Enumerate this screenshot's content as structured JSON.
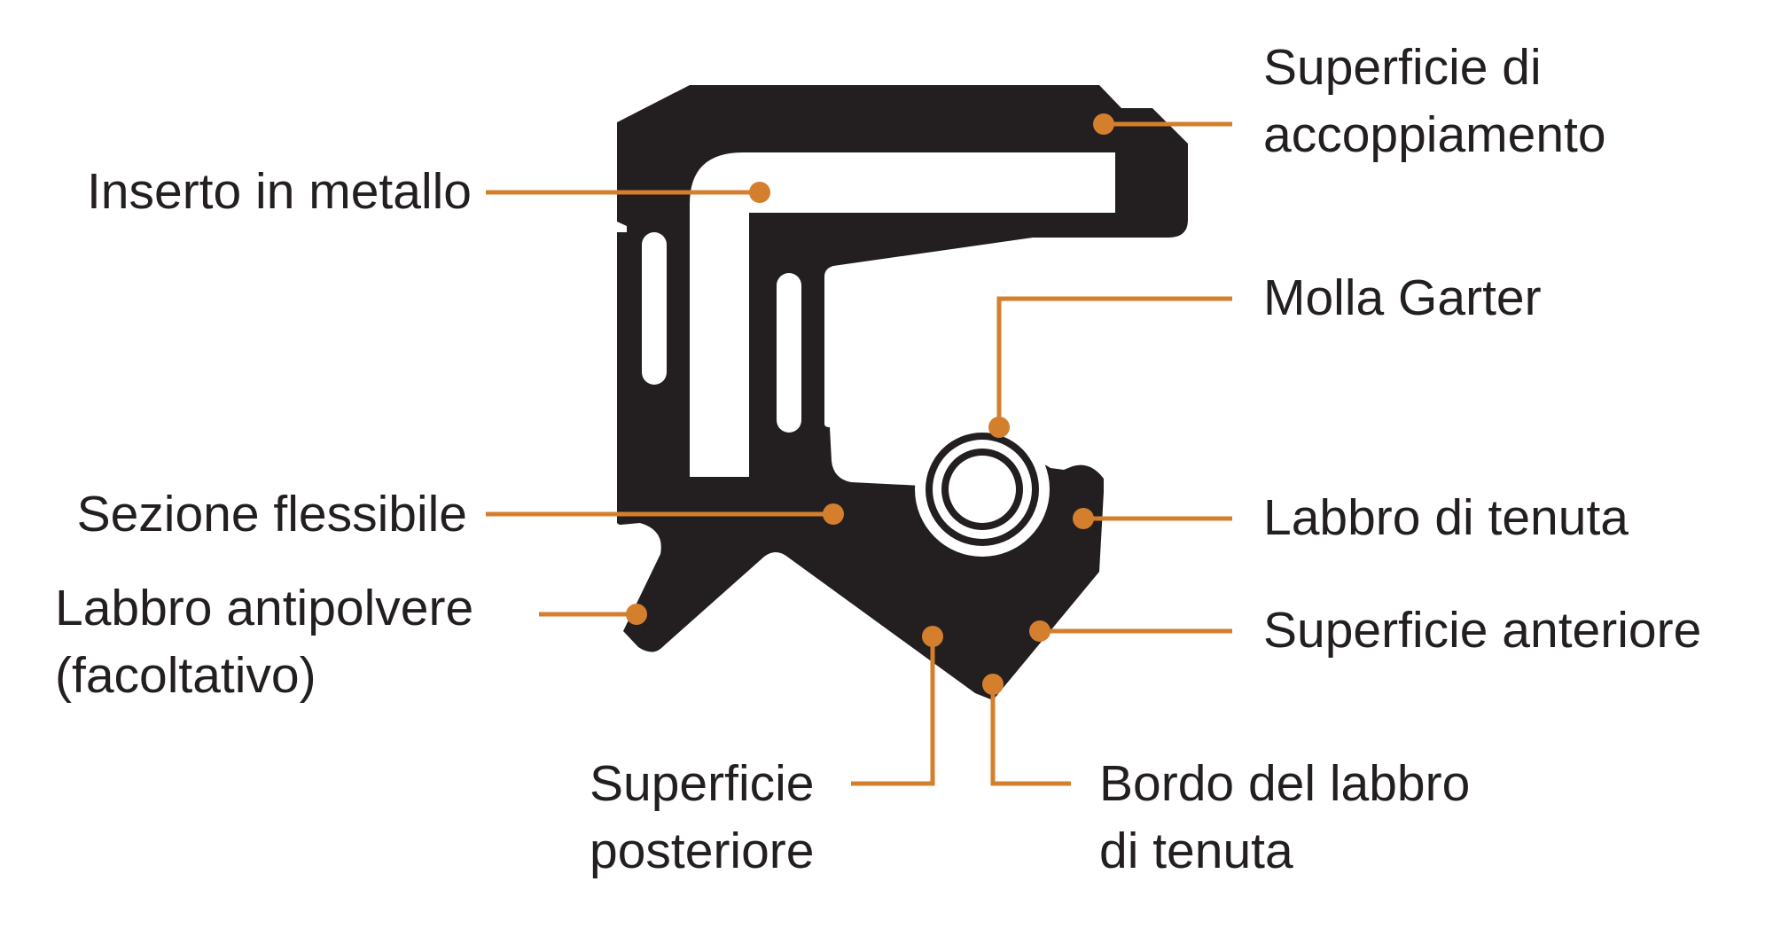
{
  "colors": {
    "seal": "#231f20",
    "leader": "#d47f2d",
    "text": "#231f20",
    "background": "#ffffff"
  },
  "labels": {
    "mating_surface": {
      "line1": "Superficie di",
      "line2": "accoppiamento"
    },
    "metal_insert": {
      "line1": "Inserto in metallo"
    },
    "garter_spring": {
      "line1": "Molla Garter"
    },
    "flex_section": {
      "line1": "Sezione flessibile"
    },
    "sealing_lip": {
      "line1": "Labbro di tenuta"
    },
    "dust_lip": {
      "line1": "Labbro antipolvere",
      "line2": "(facoltativo)"
    },
    "front_surface": {
      "line1": "Superficie anteriore"
    },
    "rear_surface": {
      "line1": "Superficie",
      "line2": "posteriore"
    },
    "lip_edge": {
      "line1": "Bordo del labbro",
      "line2": "di tenuta"
    }
  }
}
